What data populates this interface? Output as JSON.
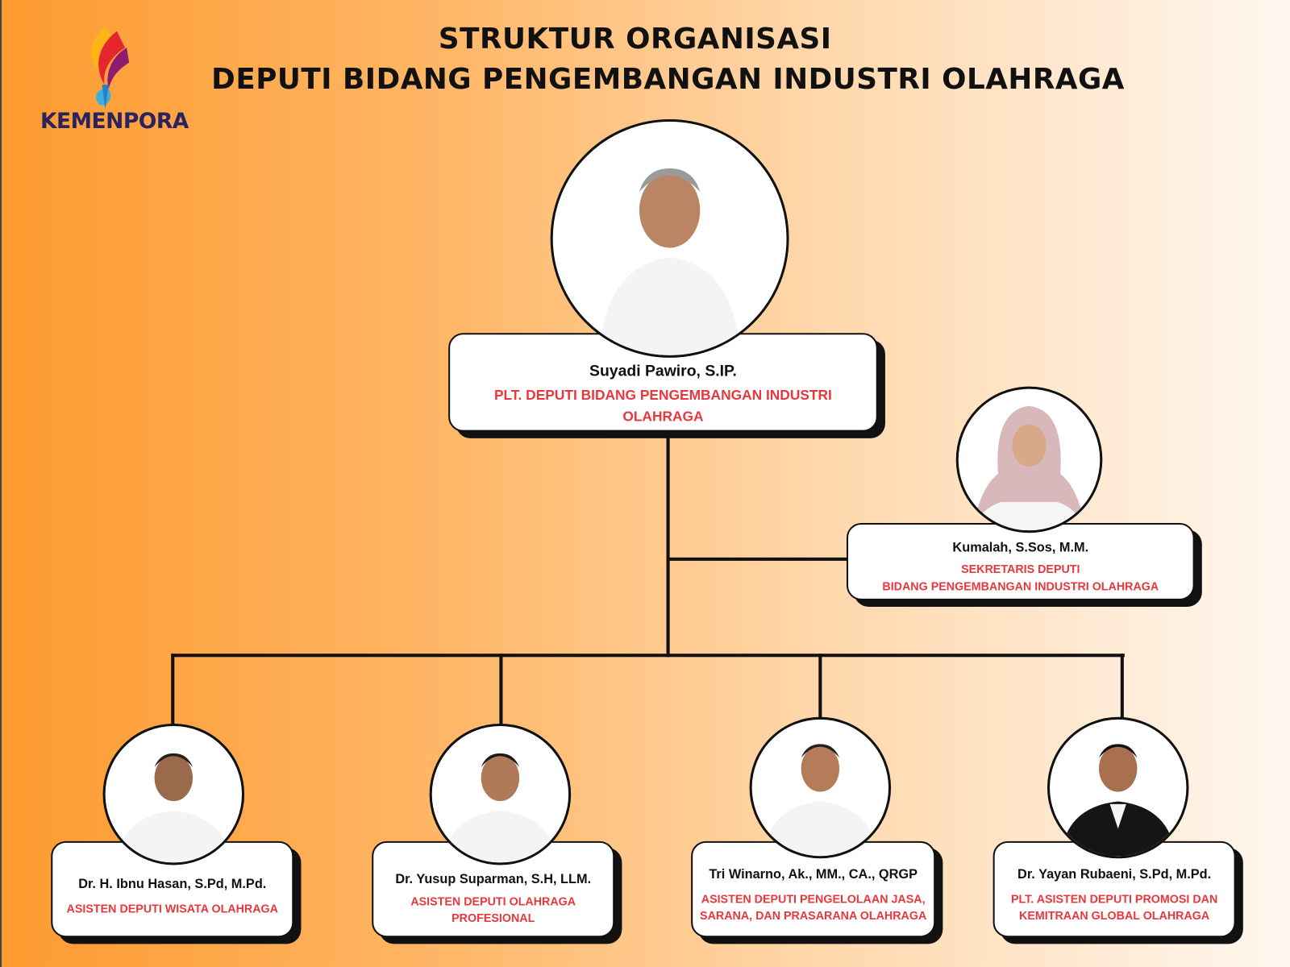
{
  "title": {
    "line1": "STRUKTUR ORGANISASI",
    "line2": "DEPUTI BIDANG PENGEMBANGAN INDUSTRI OLAHRAGA"
  },
  "logo": {
    "text": "KEMENPORA"
  },
  "colors": {
    "role": "#e8383d",
    "line": "#111111"
  },
  "head": {
    "name": "Suyadi Pawiro, S.IP.",
    "role1": "PLT. DEPUTI BIDANG PENGEMBANGAN INDUSTRI",
    "role2": "OLAHRAGA"
  },
  "secretary": {
    "name": "Kumalah, S.Sos, M.M.",
    "role1": "SEKRETARIS DEPUTI",
    "role2": "BIDANG PENGEMBANGAN INDUSTRI OLAHRAGA"
  },
  "assistants": [
    {
      "name": "Dr. H. Ibnu Hasan, S.Pd, M.Pd.",
      "role1": "ASISTEN DEPUTI WISATA OLAHRAGA",
      "role2": ""
    },
    {
      "name": "Dr. Yusup Suparman, S.H, LLM.",
      "role1": "ASISTEN DEPUTI OLAHRAGA",
      "role2": "PROFESIONAL"
    },
    {
      "name": "Tri Winarno, Ak., MM., CA., QRGP",
      "role1": "ASISTEN DEPUTI PENGELOLAAN JASA,",
      "role2": "SARANA, DAN PRASARANA OLAHRAGA"
    },
    {
      "name": "Dr. Yayan Rubaeni, S.Pd, M.Pd.",
      "role1": "PLT. ASISTEN DEPUTI PROMOSI DAN",
      "role2": "KEMITRAAN GLOBAL OLAHRAGA"
    }
  ]
}
